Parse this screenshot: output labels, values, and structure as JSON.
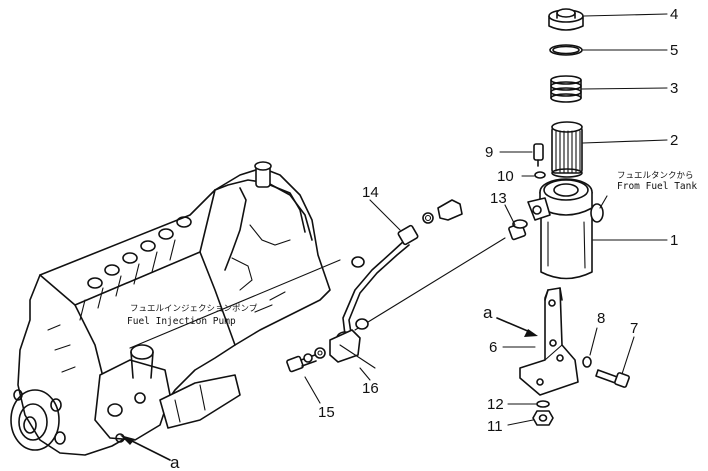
{
  "callouts": {
    "p1": "1",
    "p2": "2",
    "p3": "3",
    "p4": "4",
    "p5": "5",
    "p6": "6",
    "p7": "7",
    "p8": "8",
    "p9": "9",
    "p10": "10",
    "p11": "11",
    "p12": "12",
    "p13": "13",
    "p14": "14",
    "p15": "15",
    "p16": "16"
  },
  "labels": {
    "tank_jp": "フュエルタンクから",
    "tank_en": "From Fuel Tank",
    "pump_jp": "フュエルインジェクションポンプ",
    "pump_en": "Fuel Injection Pump"
  },
  "ref_marks": {
    "bracket_a": "a",
    "pump_a": "a"
  }
}
